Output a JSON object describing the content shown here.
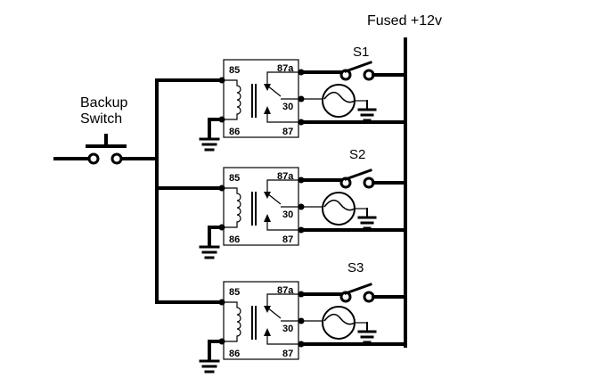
{
  "supply_label": "Fused +12v",
  "backup_switch": {
    "line1": "Backup",
    "line2": "Switch"
  },
  "relays": [
    {
      "switch_label": "S1",
      "pins": {
        "p85": "85",
        "p86": "86",
        "p87a": "87a",
        "p30": "30",
        "p87": "87"
      }
    },
    {
      "switch_label": "S2",
      "pins": {
        "p85": "85",
        "p86": "86",
        "p87a": "87a",
        "p30": "30",
        "p87": "87"
      }
    },
    {
      "switch_label": "S3",
      "pins": {
        "p85": "85",
        "p86": "86",
        "p87a": "87a",
        "p30": "30",
        "p87": "87"
      }
    }
  ]
}
